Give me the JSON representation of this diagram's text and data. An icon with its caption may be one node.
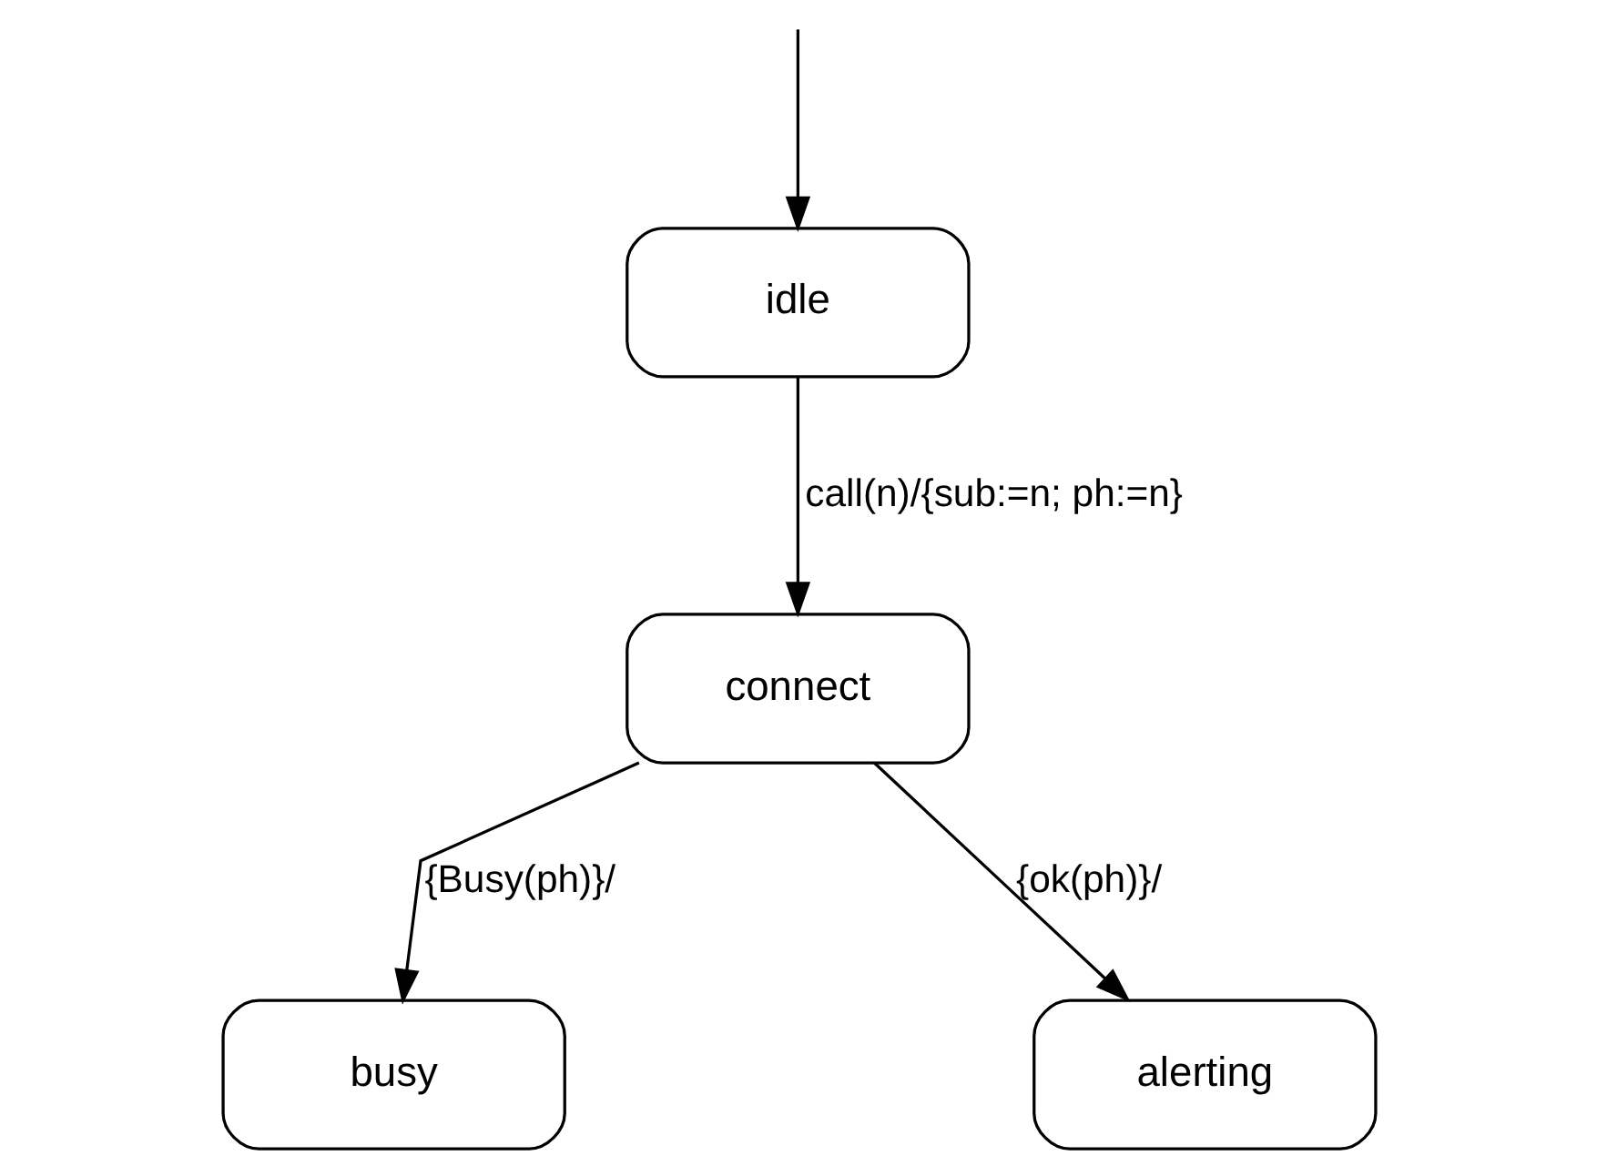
{
  "diagram": {
    "nodes": [
      {
        "text": [
          "idle"
        ]
      },
      {
        "text": [
          "connect"
        ]
      },
      {
        "text": [
          "busy"
        ]
      },
      {
        "text": [
          "alerting"
        ]
      }
    ],
    "edges": [
      {
        "from": null,
        "to": 0,
        "arrow": "to"
      },
      {
        "from": 0,
        "to": 1,
        "arrow": "to",
        "label": "call(n)/{sub:=n; ph:=n}"
      },
      {
        "from": 1,
        "to": 2,
        "arrow": "to",
        "label": "{Busy(ph)}/"
      },
      {
        "from": 1,
        "to": 3,
        "arrow": "to",
        "label": "{ok(ph)}/"
      }
    ]
  }
}
